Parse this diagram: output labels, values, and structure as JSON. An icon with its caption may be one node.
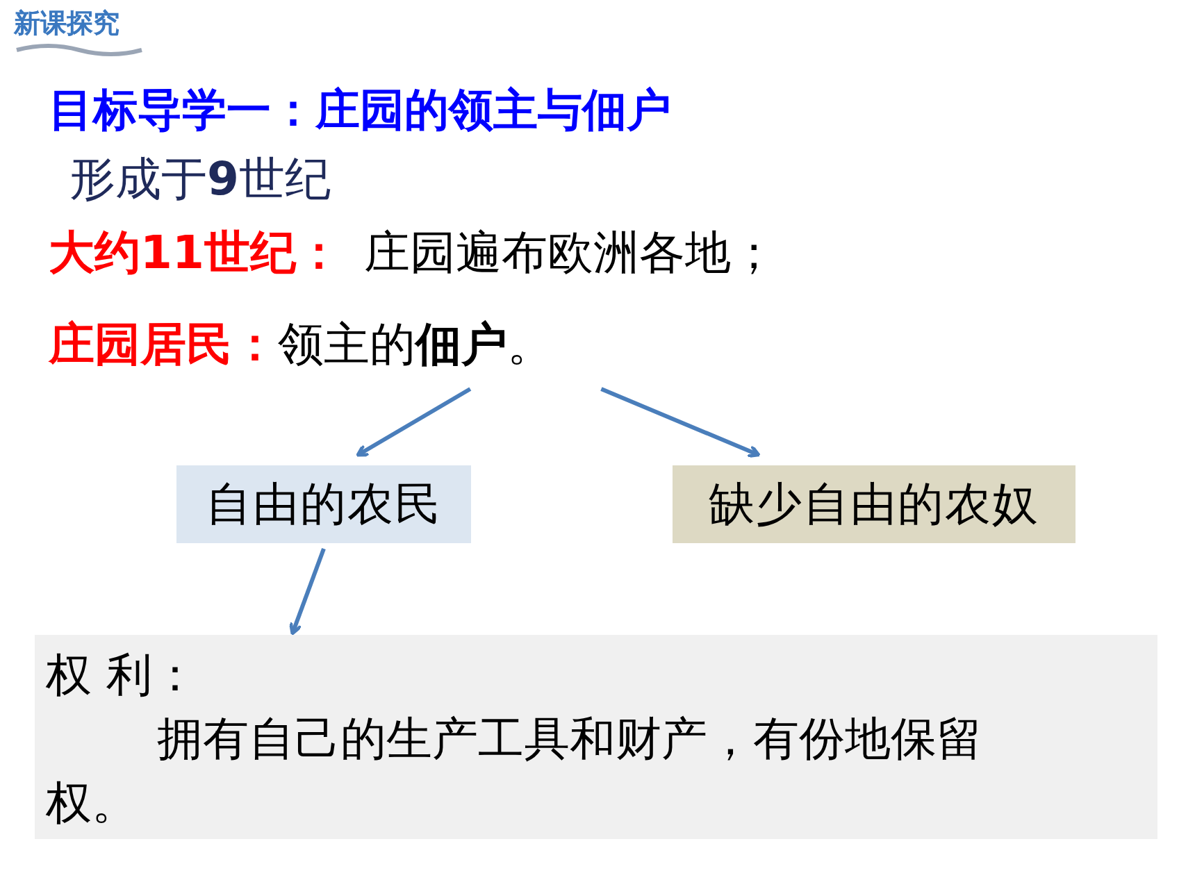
{
  "diagram": {
    "title": "目标导学一：庄园的领主与佃户",
    "nodes": [
      {
        "text": [
          "庄园居民：",
          "领主的**佃户**。"
        ]
      },
      {
        "text": [
          "自由的农民"
        ]
      },
      {
        "text": [
          "缺少自由的农奴"
        ]
      },
      {
        "text": [
          "权 利：",
          "拥有自己的生产工具和财产，有份地保留权。"
        ]
      }
    ],
    "edges": [
      {
        "from": 0,
        "to": 1,
        "arrow": "to"
      },
      {
        "from": 0,
        "to": 2,
        "arrow": "to"
      },
      {
        "from": 1,
        "to": 3,
        "arrow": "to"
      }
    ],
    "labels": [
      "新课探究",
      "形成于**9**世纪",
      "大约11世纪：",
      "庄园遍布欧洲各地；"
    ]
  }
}
